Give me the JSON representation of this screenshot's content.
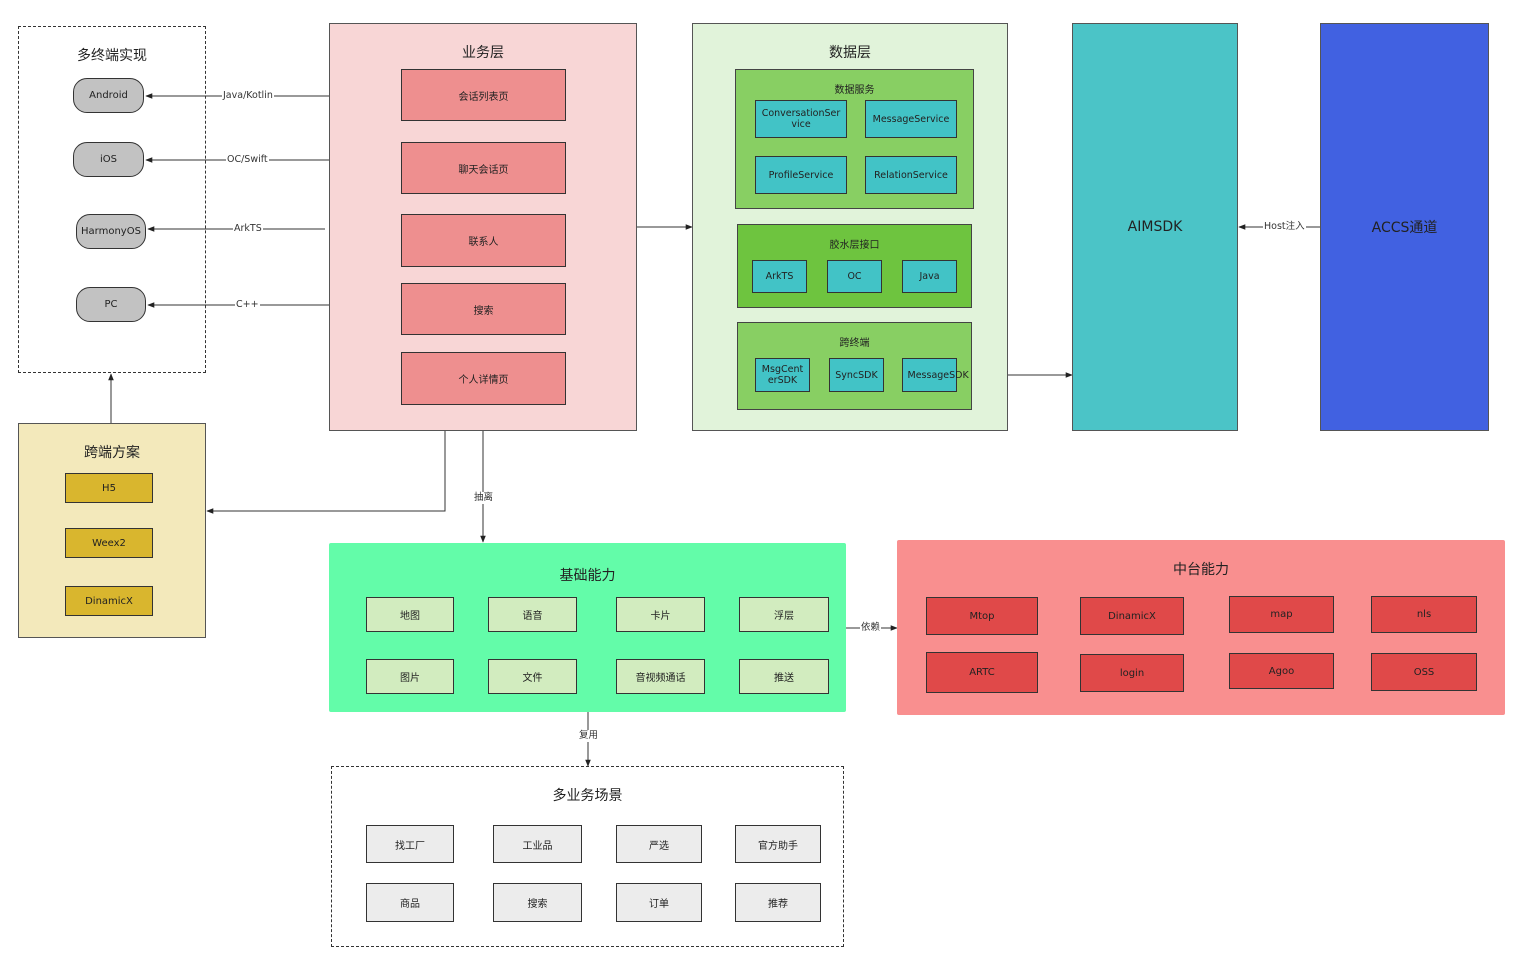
{
  "multi_terminal": {
    "title": "多终端实现",
    "items": [
      "Android",
      "iOS",
      "HarmonyOS",
      "PC"
    ]
  },
  "biz_layer": {
    "title": "业务层",
    "items": [
      "会话列表页",
      "聊天会话页",
      "联系人",
      "搜索",
      "个人详情页"
    ]
  },
  "data_layer": {
    "title": "数据层",
    "data_service": {
      "title": "数据服务",
      "items": [
        "ConversationService",
        "MessageService",
        "ProfileService",
        "RelationService"
      ]
    },
    "glue": {
      "title": "胶水层接口",
      "items": [
        "ArkTS",
        "OC",
        "Java"
      ]
    },
    "cross": {
      "title": "跨终端",
      "items": [
        "MsgCenterSDK",
        "SyncSDK",
        "MessageSDK"
      ]
    }
  },
  "aimsdk": {
    "label": "AIMSDK"
  },
  "accs": {
    "label": "ACCS通道"
  },
  "cross_plan": {
    "title": "跨端方案",
    "items": [
      "H5",
      "Weex2",
      "DinamicX"
    ]
  },
  "base": {
    "title": "基础能力",
    "items": [
      "地图",
      "语音",
      "卡片",
      "浮层",
      "图片",
      "文件",
      "音视频通话",
      "推送"
    ]
  },
  "middle": {
    "title": "中台能力",
    "items": [
      "Mtop",
      "DinamicX",
      "map",
      "nls",
      "ARTC",
      "login",
      "Agoo",
      "OSS"
    ]
  },
  "scenes": {
    "title": "多业务场景",
    "items": [
      "找工厂",
      "工业品",
      "严选",
      "官方助手",
      "商品",
      "搜索",
      "订单",
      "推荐"
    ]
  },
  "edges": {
    "java_kotlin": "Java/Kotlin",
    "oc_swift": "OC/Swift",
    "arkts": "ArkTS",
    "cpp": "C++",
    "host_inject": "Host注入",
    "extract": "抽离",
    "depend": "依赖",
    "reuse": "复用"
  },
  "colors": {
    "biz_bg": "#f8d6d6",
    "data_bg": "#e1f3da",
    "green_mid": "#88cf63",
    "green_dark": "#6ec43f",
    "teal": "#4bc4c7",
    "blue": "#4161e1",
    "yellow_bg": "#f3e9bb",
    "base_bg": "#63fca9",
    "middle_bg": "#f98f8f"
  }
}
